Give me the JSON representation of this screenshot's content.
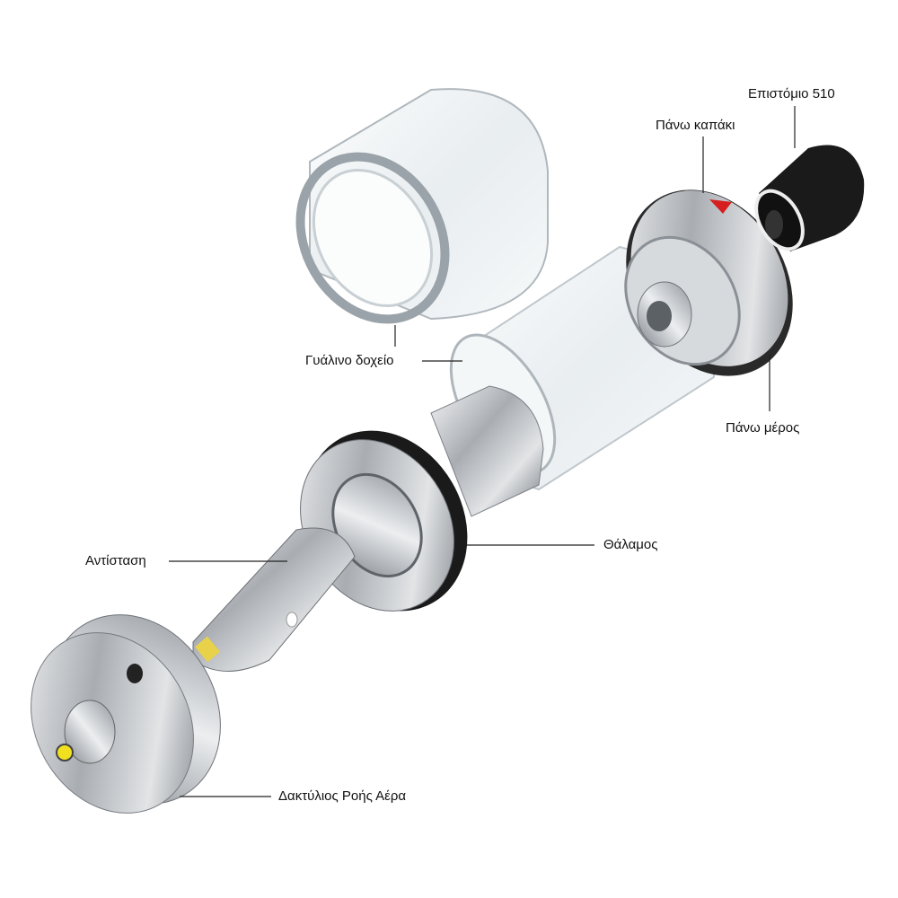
{
  "labels": {
    "mouthpiece": "Επιστόμιο 510",
    "top_cap": "Πάνω καπάκι",
    "glass_tank": "Γυάλινο δοχείο",
    "top_section": "Πάνω μέρος",
    "chamber": "Θάλαμος",
    "coil": "Αντίσταση",
    "airflow_ring": "Δακτύλιος Ροής Αέρα"
  },
  "colors": {
    "steel": "#b8bcc0",
    "dark": "#111111",
    "glass": "#e8eef2",
    "accent_red": "#d62020",
    "pin_yellow": "#f0e020"
  }
}
